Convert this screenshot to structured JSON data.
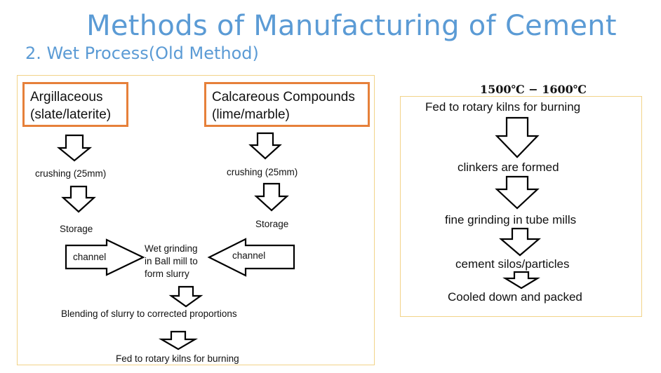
{
  "title": "Methods of Manufacturing of Cement",
  "subtitle": "2.   Wet Process(Old Method)",
  "left": {
    "box_argillaceous": [
      "Argillaceous",
      "(slate/laterite)"
    ],
    "box_calcareous": [
      "Calcareous Compounds",
      "(lime/marble)"
    ],
    "crushing_left": "crushing (25mm)",
    "crushing_right": "crushing (25mm)",
    "storage_left": "Storage",
    "storage_right": "Storage",
    "channel_left": "channel",
    "channel_right": "channel",
    "wet_grinding": [
      "Wet grinding",
      "in Ball mill to",
      "form slurry"
    ],
    "blending": "Blending of slurry to corrected proportions",
    "fed_to_kilns": "Fed to rotary kilns for burning"
  },
  "right": {
    "temperature": "1500℃ − 1600℃",
    "fed_to_kilns": "Fed to rotary kilns for burning",
    "clinkers": "clinkers are formed",
    "fine_grinding": "fine grinding in tube mills",
    "cement_silos": "cement silos/particles",
    "cooled": "Cooled down and packed"
  }
}
